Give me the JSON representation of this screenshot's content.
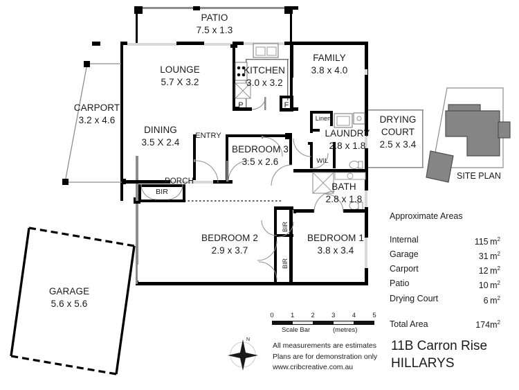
{
  "document": {
    "type": "floor-plan",
    "address_line1": "11B Carron Rise",
    "address_line2": "HILLARYS"
  },
  "rooms": [
    {
      "id": "patio",
      "name": "PATIO",
      "dim": "7.5 x 1.3"
    },
    {
      "id": "lounge",
      "name": "LOUNGE",
      "dim": "5.7 X 3.2"
    },
    {
      "id": "kitchen",
      "name": "KITCHEN",
      "dim": "3.0 x 3.2"
    },
    {
      "id": "family",
      "name": "FAMILY",
      "dim": "3.8 x 4.0"
    },
    {
      "id": "carport",
      "name": "CARPORT",
      "dim": "3.2 x 4.6"
    },
    {
      "id": "dining",
      "name": "DINING",
      "dim": "3.5 X 2.4"
    },
    {
      "id": "laundry",
      "name": "LAUNDRY",
      "dim": "2.8 x 1.8"
    },
    {
      "id": "drying-court",
      "name": "DRYING",
      "name2": "COURT",
      "dim": "2.5 x 3.4"
    },
    {
      "id": "bedroom-3",
      "name": "BEDROOM 3",
      "dim": "3.5 x 2.6"
    },
    {
      "id": "bath",
      "name": "BATH",
      "dim": "2.8 x 1.8"
    },
    {
      "id": "bedroom-2",
      "name": "BEDROOM 2",
      "dim": "2.9 x 3.7"
    },
    {
      "id": "bedroom-1",
      "name": "BEDROOM 1",
      "dim": "3.8 x 3.4"
    },
    {
      "id": "garage",
      "name": "GARAGE",
      "dim": "5.6 x 5.6"
    }
  ],
  "plain_labels": {
    "entry": "ENTRY",
    "porch": "PORCH",
    "linen": "Linen",
    "wil": "WIL",
    "bir_1": "BIR",
    "bir_2": "BIR",
    "bir_3": "BIR",
    "pantry": "P",
    "fridge": "F",
    "site_plan": "SITE PLAN",
    "north": "N"
  },
  "areas": {
    "title": "Approximate Areas",
    "rows": [
      {
        "label": "Internal",
        "value": "115",
        "unit": "m",
        "sup": "2"
      },
      {
        "label": "Garage",
        "value": "31",
        "unit": "m",
        "sup": "2"
      },
      {
        "label": "Carport",
        "value": "12",
        "unit": "m",
        "sup": "2"
      },
      {
        "label": "Patio",
        "value": "10",
        "unit": "m",
        "sup": "2"
      },
      {
        "label": "Drying Court",
        "value": "6",
        "unit": "m",
        "sup": "2"
      }
    ],
    "total": {
      "label": "Total Area",
      "value": "174",
      "unit": "m",
      "sup": "2"
    }
  },
  "scale": {
    "ticks": [
      "0",
      "1",
      "2",
      "3",
      "4",
      "5"
    ],
    "caption_left": "Scale Bar",
    "caption_right": "(metres)"
  },
  "disclaimer": {
    "line1": "All measurements are estimates",
    "line2": "Plans are for demonstration only",
    "line3": "www.cribcreative.com.au"
  },
  "colors": {
    "wall": "#000000",
    "thin_wall": "#8c8c8c",
    "fixture": "#9a9a9a",
    "text": "#1a1a1a",
    "site_fill": "#858585",
    "site_stroke": "#4d4d4d",
    "glazing": "#d9d9d9"
  }
}
